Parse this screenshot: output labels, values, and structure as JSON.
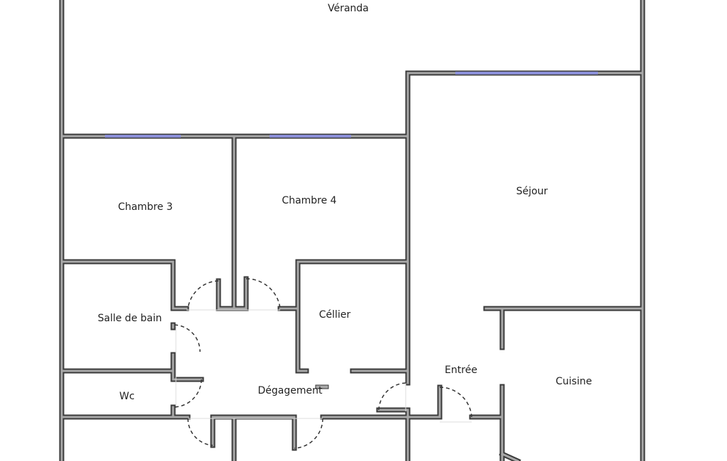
{
  "rooms": {
    "veranda": "Véranda",
    "chambre3": "Chambre 3",
    "chambre4": "Chambre 4",
    "sejour": "Séjour",
    "salle_de_bain": "Salle de bain",
    "cellier": "Céllier",
    "wc": "Wc",
    "degagement": "Dégagement",
    "entree": "Entrée",
    "cuisine": "Cuisine"
  },
  "colors": {
    "wall": "#3a3a3a",
    "wall_fill": "#a8a8a8",
    "window": "#8b8fd8"
  }
}
